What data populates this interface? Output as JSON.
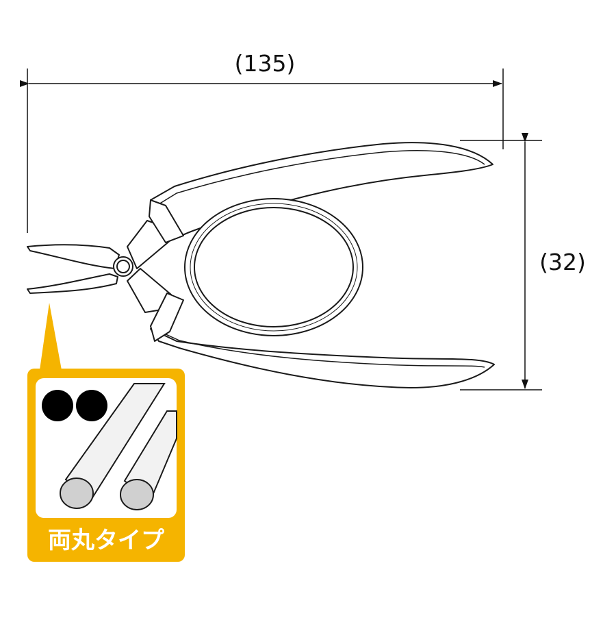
{
  "dimensions": {
    "length_label": "(135)",
    "height_label": "(32)"
  },
  "callout": {
    "label": "両丸タイプ",
    "colors": {
      "badge": "#F5B400",
      "panel": "#FFFFFF",
      "rod_fill": "#F2F2F2",
      "rod_end": "#D0D0D0",
      "dot": "#000000"
    }
  },
  "colors": {
    "outline": "#1A1A1A",
    "dimension": "#111111"
  }
}
